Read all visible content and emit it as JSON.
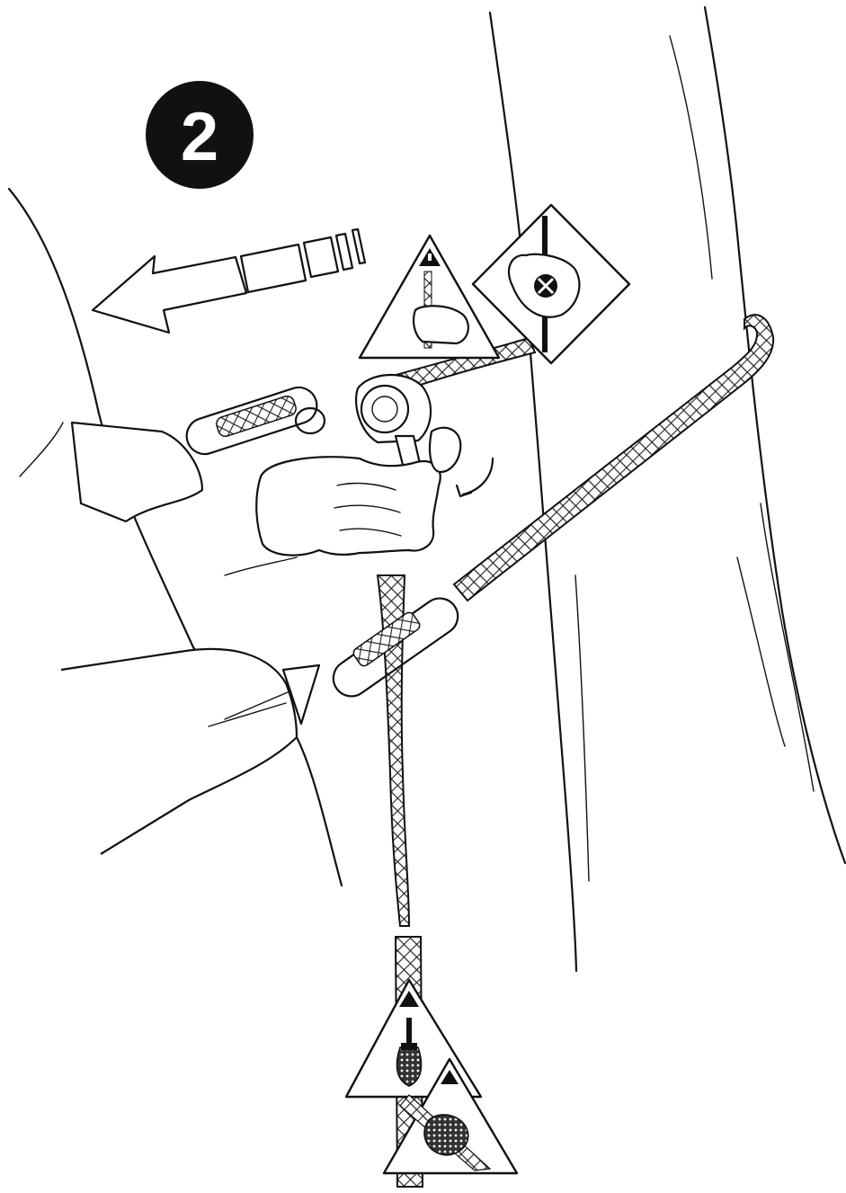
{
  "instruction": {
    "step_number": "2",
    "colors": {
      "line": "#111111",
      "paper": "#ffffff",
      "badge": "#111111",
      "rope_fill": "#e6e6e6"
    },
    "icons": [
      "step-badge",
      "motion-arrow-left",
      "warning-hold-rope-icon",
      "hand-forbidden-icon",
      "warning-sewn-termination-icon",
      "warning-knot-icon",
      "rotation-arrow-icon"
    ]
  }
}
